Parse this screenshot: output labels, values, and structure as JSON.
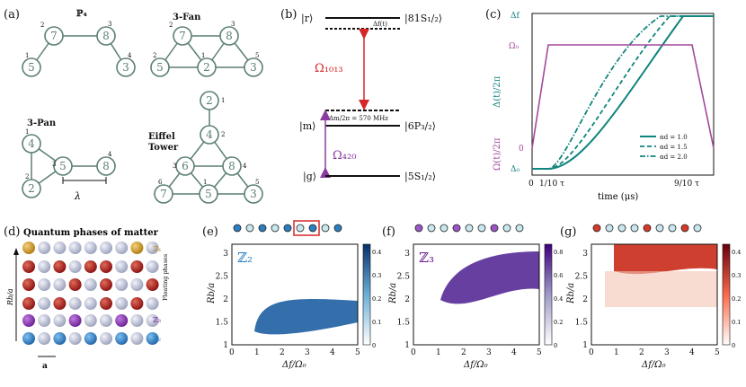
{
  "panel_labels": {
    "a": "(a)",
    "b": "(b)",
    "c": "(c)",
    "d": "(d)",
    "e": "(e)",
    "f": "(f)",
    "g": "(g)"
  },
  "graphs": {
    "p4": {
      "title": "ℙ₄"
    },
    "fan": {
      "title": "3-Fan"
    },
    "pan": {
      "title": "3-Pan",
      "lambda": "λ"
    },
    "eiffel": {
      "title_1": "Eiffel",
      "title_2": "Tower"
    }
  },
  "levels": {
    "r_state": "|r⟩",
    "r_label": "|81S₁/₂⟩",
    "delta_f": "Δf(t)",
    "omega_1013": "Ω₁₀₁₃",
    "m_state": "|m⟩",
    "m_label": "|6P₃/₂⟩",
    "delta_m": "Δm/2π = 570 MHz",
    "omega_420": "Ω₄₂₀",
    "g_state": "|g⟩",
    "g_label": "|5S₁/₂⟩",
    "colors": {
      "red": "#d62728",
      "purple": "#8b3aa0"
    }
  },
  "pulse": {
    "y_top": "Δf",
    "y_omega": "Ω₀",
    "y_zero": "0",
    "y_bottom": "Δ₀",
    "x0": "0",
    "x1": "1/10 τ",
    "x2": "9/10 τ",
    "x_label": "time (μs)",
    "ylabel_delta": "Δ(t)/2π",
    "ylabel_omega": "Ω(t)/2π",
    "legend": [
      {
        "label": "αd = 1.0"
      },
      {
        "label": "αd = 1.5"
      },
      {
        "label": "αd = 2.0"
      }
    ],
    "colors": {
      "teal": "#12857d",
      "magenta": "#a3489a"
    }
  },
  "phases": {
    "title": "Quantum phases of matter",
    "rb_label": "Rb/a",
    "floating": "Floating phases",
    "z4": "ℤ₄",
    "z3": "ℤ₃",
    "z2": "ℤ₂",
    "a_label": "a",
    "colors": {
      "red": "#9e1a1a",
      "grey": "#aab0c8",
      "purple": "#7d2ea5",
      "blue": "#2b7ec0",
      "orange": "#c9952a"
    }
  },
  "maps": {
    "e": {
      "tag": "ℤ₂",
      "cb_ticks": [
        "0",
        "0.1",
        "0.2",
        "0.3",
        "0.4"
      ]
    },
    "f": {
      "tag": "ℤ₃",
      "cb_ticks": [
        "0",
        "0.2",
        "0.4",
        "0.6",
        "0.8"
      ]
    },
    "g": {
      "tag": "",
      "cb_ticks": [
        "0",
        "0.1",
        "0.2",
        "0.3",
        "0.4"
      ]
    },
    "x_ticks": [
      "0",
      "1",
      "2",
      "3",
      "4",
      "5"
    ],
    "y_ticks": [
      "1",
      "1.5",
      "2",
      "2.5",
      "3"
    ],
    "xlabel": "Δf/Ω₀",
    "ylabel": "Rb/a"
  }
}
